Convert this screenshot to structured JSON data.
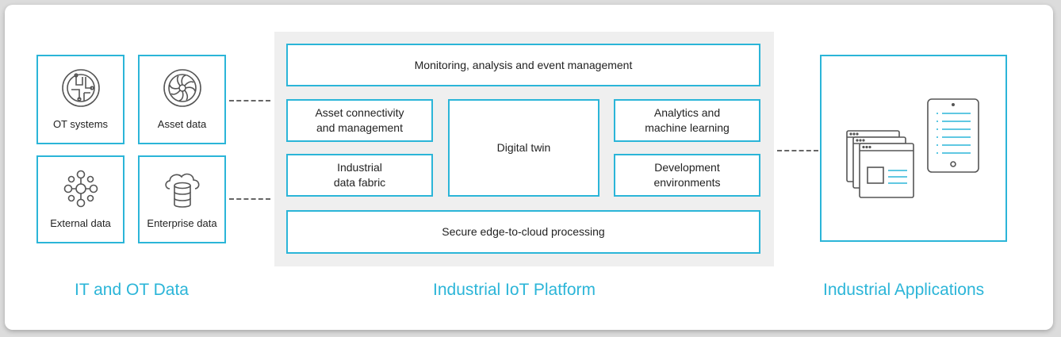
{
  "sources": {
    "tiles": [
      {
        "label": "OT systems",
        "icon": "circuit-icon"
      },
      {
        "label": "Asset data",
        "icon": "turbine-icon"
      },
      {
        "label": "External data",
        "icon": "network-nodes-icon"
      },
      {
        "label": "Enterprise data",
        "icon": "cloud-database-icon"
      }
    ],
    "title": "IT and OT Data"
  },
  "platform": {
    "title": "Industrial IoT Platform",
    "boxes": {
      "monitoring": "Monitoring, analysis and event management",
      "asset_connectivity": "Asset connectivity\nand management",
      "digital_twin": "Digital twin",
      "analytics": "Analytics and\nmachine learning",
      "data_fabric": "Industrial\ndata fabric",
      "dev_env": "Development\nenvironments",
      "edge_cloud": "Secure edge-to-cloud processing"
    }
  },
  "applications": {
    "title": "Industrial Applications",
    "icon": "app-windows-tablet-icon"
  },
  "colors": {
    "accent": "#2bb5d8",
    "icon_gray": "#555555",
    "platform_bg": "#efefef"
  }
}
